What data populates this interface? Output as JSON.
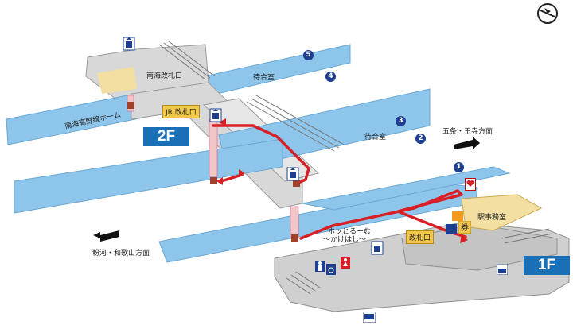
{
  "compass_icon": "compass-north-icon",
  "floors": {
    "upper": "2F",
    "lower": "1F"
  },
  "labels": {
    "nankai_gate": "南海改札口",
    "jr_gate": "JR 改札口",
    "nankai_platform": "南海高野線ホーム",
    "waiting_room_upper": "待合室",
    "waiting_room_lower": "待合室",
    "gojo_direction": "五条・王寺方面",
    "kokawa_direction": "粉河・和歌山方面",
    "station_office": "駅事務室",
    "hottorumu": "ホッとるーむ",
    "kakehashi": "〜かけはし〜",
    "gate_1f": "改札口"
  },
  "platform_numbers": [
    "1",
    "2",
    "3",
    "4",
    "5"
  ],
  "facility_icons": [
    "elevator-icon",
    "elevator-icon",
    "elevator-icon",
    "elevator-icon",
    "aed-icon",
    "toilet-male-icon",
    "toilet-female-icon",
    "toilet-accessible-icon",
    "ticket-machine-icon",
    "ic-card-icon",
    "ex-ticket-icon",
    "taxi-icon",
    "bus-icon"
  ],
  "colors": {
    "route": "#d91f26",
    "platform": "#8ec5ea",
    "floor": "#d8d8d8",
    "badge": "#1a6fb5",
    "gate": "#f2c84b"
  }
}
